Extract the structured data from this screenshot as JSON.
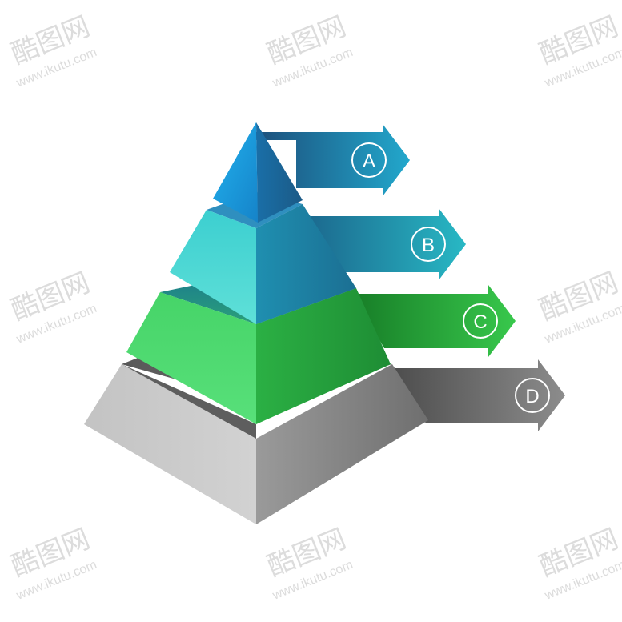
{
  "levels": [
    {
      "label": "A",
      "arrow_color_start": "#1f5d8c",
      "arrow_color_end": "#22a3c9"
    },
    {
      "label": "B",
      "arrow_color_start": "#1d6e96",
      "arrow_color_end": "#25b3c4"
    },
    {
      "label": "C",
      "arrow_color_start": "#1b8a2e",
      "arrow_color_end": "#33c24a"
    },
    {
      "label": "D",
      "arrow_color_start": "#5a5a5a",
      "arrow_color_end": "#8a8a8a"
    }
  ],
  "watermark": {
    "logo_text": "酷图网",
    "url_text": "www.ikutu.com"
  },
  "colors": {
    "top_tier": "#1aa0e0",
    "second_tier": "#4fd8d4",
    "third_tier": "#4cd96a",
    "base_tier": "#bdbdbd"
  }
}
